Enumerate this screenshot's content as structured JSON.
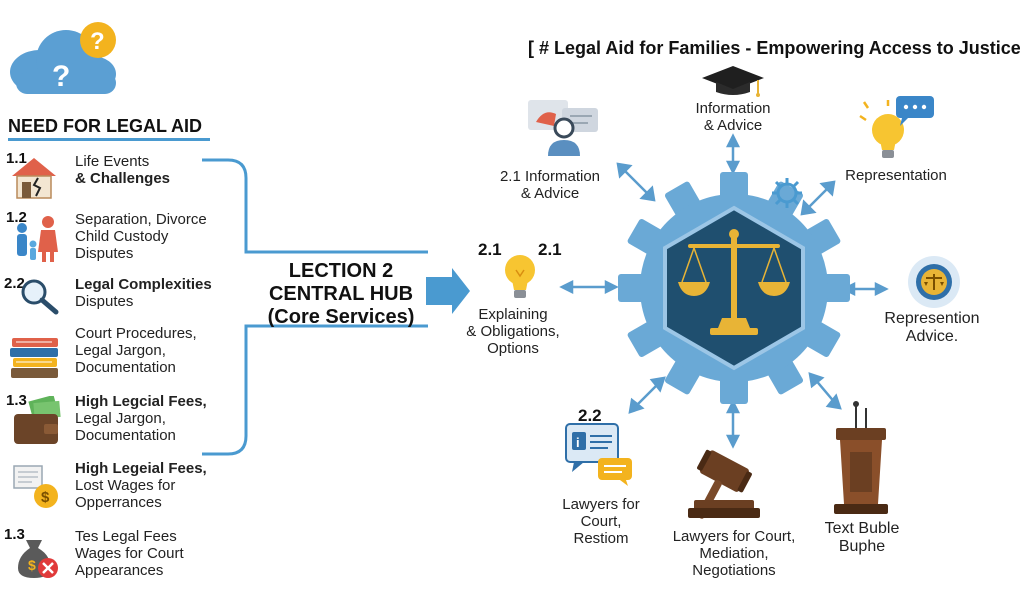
{
  "title": "[ # Legal Aid for Families - Empowering Access to Justice",
  "need_section": {
    "heading": "NEED FOR LEGAL AID",
    "items": [
      {
        "number": "1.1",
        "lines": [
          "Life Events",
          "& Challenges"
        ],
        "icon": "house-crack-icon"
      },
      {
        "number": "1.2",
        "lines": [
          "Separation, Divorce",
          "Child Custody",
          "Disputes"
        ],
        "icon": "family-icon"
      },
      {
        "number": "2.2",
        "lines": [
          "Legal Complexities",
          "Disputes"
        ],
        "icon": "magnifier-icon"
      },
      {
        "number": "",
        "lines": [
          "Court Procedures,",
          "Legal Jargon,",
          "Documentation"
        ],
        "icon": "books-icon"
      },
      {
        "number": "1.3",
        "lines": [
          "High Legcial Fees,",
          "Legal Jargon,",
          "Documentation"
        ],
        "icon": "wallet-icon"
      },
      {
        "number": "",
        "lines": [
          "High Legeial Fees,",
          "Lost Wages for",
          "Opperrances"
        ],
        "icon": "bill-coin-icon"
      },
      {
        "number": "1.3",
        "lines": [
          "Tes Legal Fees",
          "Wages for Court",
          "Appearances"
        ],
        "icon": "money-bag-icon"
      }
    ]
  },
  "hub": {
    "lines": [
      "LECTION 2",
      "CENTRAL HUB",
      "(Core Services)"
    ]
  },
  "services": {
    "explaining": {
      "num_left": "2.1",
      "num_right": "2.1",
      "lines": [
        "Explaining",
        "& Obligations,",
        "Options"
      ],
      "icon": "lightbulb-icon"
    },
    "info_left": {
      "lines": [
        "2.1 Information",
        "& Advice"
      ],
      "icon": "document-hand-icon"
    },
    "info_top": {
      "lines": [
        "Information",
        "& Advice"
      ],
      "icon": "graduation-cap-icon"
    },
    "representation": {
      "lines": [
        "Representation"
      ],
      "icon": "bulb-chat-icon"
    },
    "repr_advice": {
      "lines": [
        "Represention",
        "Advice."
      ],
      "icon": "scales-badge-icon"
    },
    "lawyers_left": {
      "number": "2.2",
      "lines": [
        "Lawyers for",
        "Court,",
        "Restiom"
      ],
      "icon": "info-chat-icon"
    },
    "lawyers_bottom": {
      "lines": [
        "Lawyers for Court,",
        "Mediation,",
        "Negotiations"
      ],
      "icon": "gavel-icon"
    },
    "text_bubble": {
      "lines": [
        "Text Buble",
        "Buphe"
      ],
      "icon": "podium-icon"
    }
  },
  "colors": {
    "accent_blue": "#4a9ad0",
    "gear_blue": "#6aa9d6",
    "hex_navy": "#1f4f6f",
    "gold": "#e8b436"
  }
}
